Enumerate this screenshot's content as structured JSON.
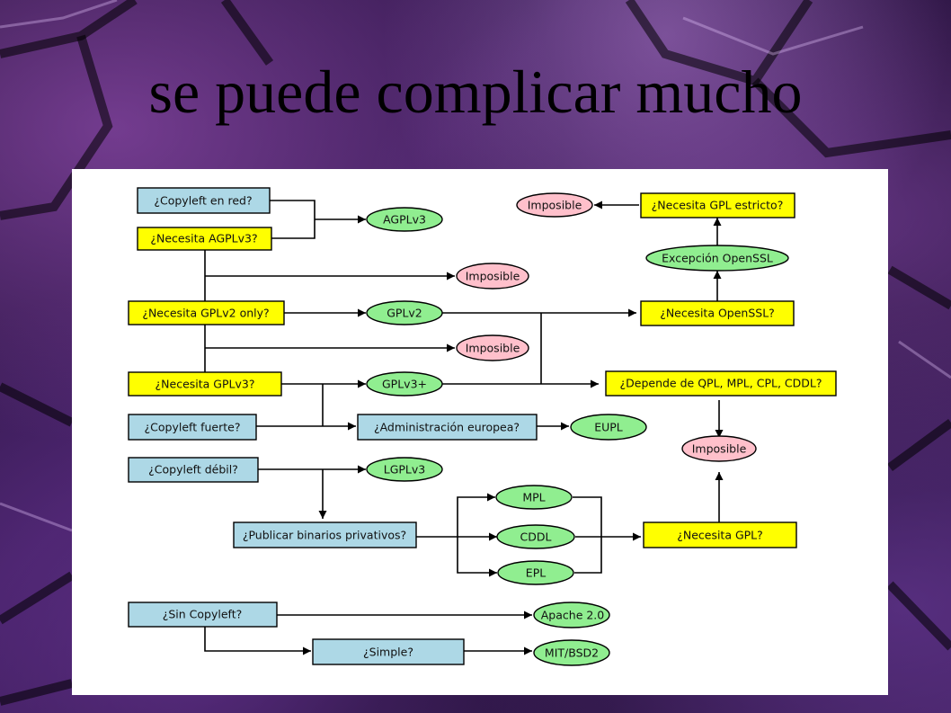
{
  "slide": {
    "title": "se puede complicar mucho"
  },
  "diagram": {
    "colors": {
      "question_blue": "#add8e6",
      "question_yellow": "#ffff00",
      "license_green": "#90ee90",
      "impossible_pink": "#ffc0cb",
      "line": "#000000"
    },
    "nodes": {
      "copyleft_red": "¿Copyleft en red?",
      "necesita_agplv3": "¿Necesita AGPLv3?",
      "agplv3": "AGPLv3",
      "imposible_1": "Imposible",
      "necesita_gplv2_only": "¿Necesita GPLv2 only?",
      "gplv2": "GPLv2",
      "imposible_2": "Imposible",
      "necesita_gplv3": "¿Necesita GPLv3?",
      "gplv3_plus": "GPLv3+",
      "copyleft_fuerte": "¿Copyleft fuerte?",
      "administracion_europea": "¿Administración europea?",
      "eupl": "EUPL",
      "copyleft_debil": "¿Copyleft débil?",
      "lgplv3": "LGPLv3",
      "publicar_binarios": "¿Publicar binarios privativos?",
      "mpl": "MPL",
      "cddl": "CDDL",
      "epl": "EPL",
      "necesita_gpl": "¿Necesita GPL?",
      "sin_copyleft": "¿Sin Copyleft?",
      "apache": "Apache 2.0",
      "simple": "¿Simple?",
      "mit_bsd2": "MIT/BSD2",
      "imposible_top": "Imposible",
      "necesita_gpl_estricto": "¿Necesita GPL estricto?",
      "excepcion_openssl": "Excepción OpenSSL",
      "necesita_openssl": "¿Necesita OpenSSL?",
      "depende_qpl": "¿Depende de QPL, MPL, CPL, CDDL?",
      "imposible_right": "Imposible"
    }
  }
}
